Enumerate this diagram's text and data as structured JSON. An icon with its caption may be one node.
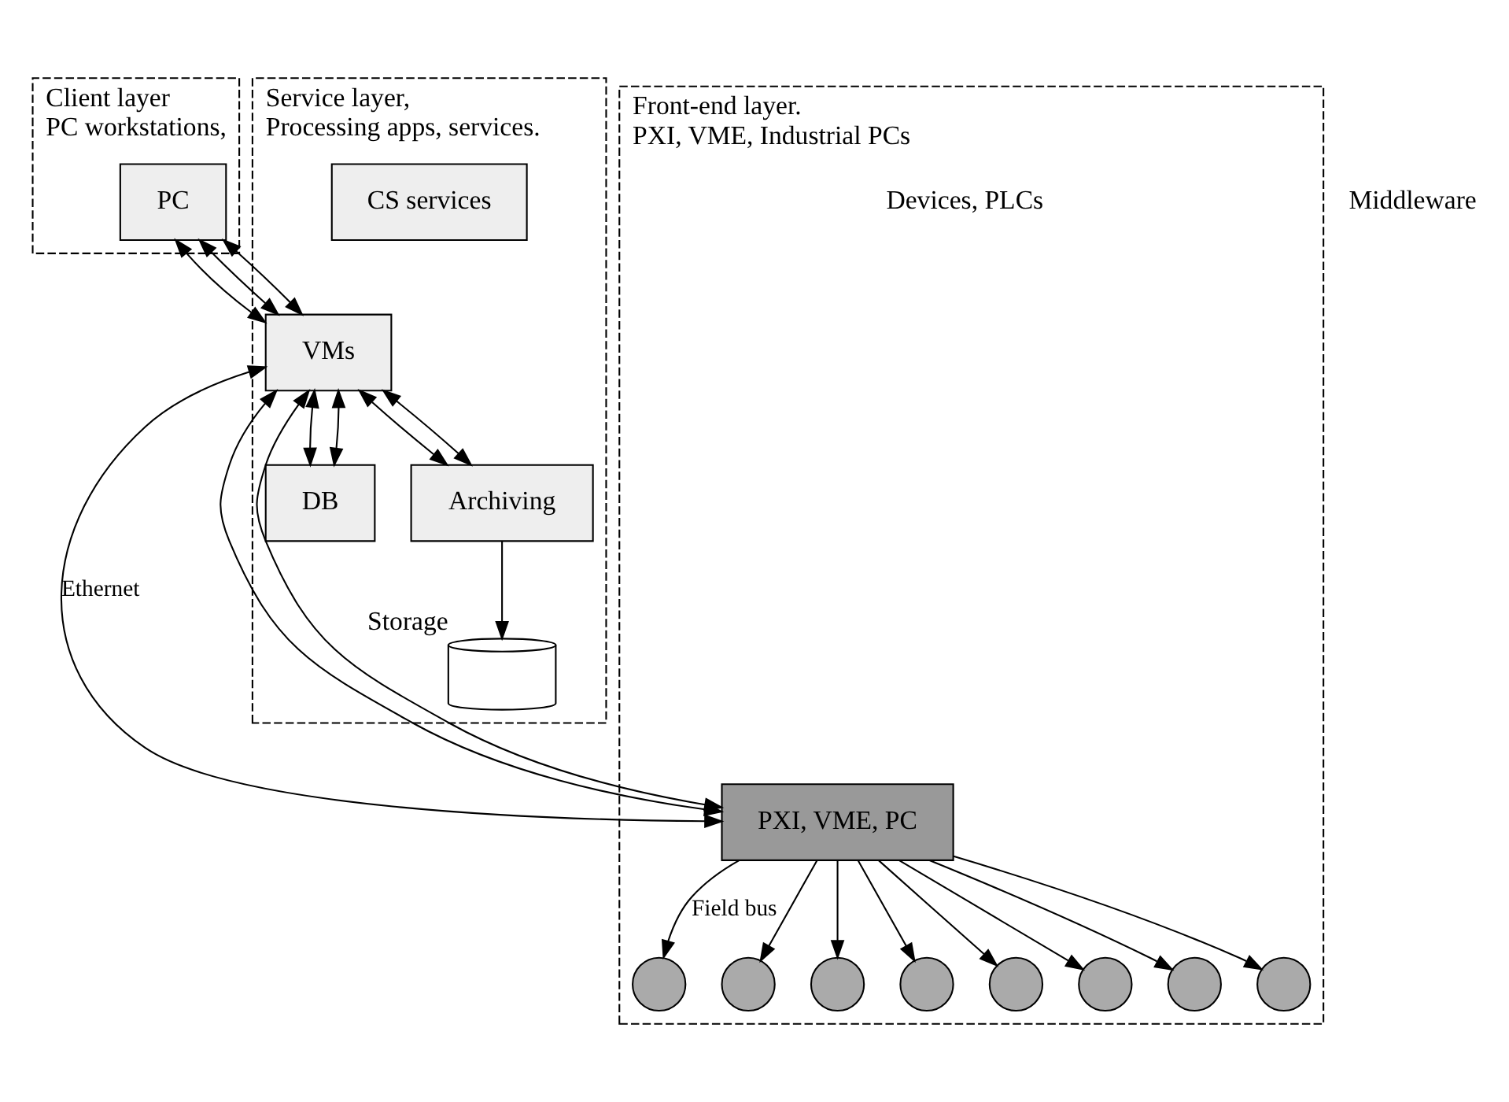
{
  "diagram": {
    "nodes": [
      {
        "text": [
          "Client layer",
          "PC workstations,"
        ]
      },
      {
        "text": [
          "PC"
        ],
        "in": 0
      },
      {
        "text": [
          "Service layer,",
          "Processing apps, services."
        ]
      },
      {
        "text": [
          "VMs"
        ],
        "in": 2
      },
      {
        "text": [
          "CS services"
        ],
        "in": 2
      },
      {
        "text": [
          "DB"
        ],
        "in": 2
      },
      {
        "text": [
          "Archiving"
        ],
        "in": 2
      },
      {
        "text": [],
        "shape": "cylinder",
        "beside": [
          "Storage"
        ],
        "in": 2
      },
      {
        "text": [
          "Front-end layer.",
          "PXI, VME, Industrial PCs"
        ]
      },
      {
        "text": [
          "PXI, VME, PC"
        ],
        "in": 8
      },
      {
        "text": [],
        "shape": "circle",
        "in": 8
      },
      {
        "text": [],
        "shape": "circle",
        "in": 8
      },
      {
        "text": [],
        "shape": "circle",
        "in": 8
      },
      {
        "text": [],
        "shape": "circle",
        "in": 8
      },
      {
        "text": [],
        "shape": "circle",
        "in": 8
      },
      {
        "text": [],
        "shape": "circle",
        "in": 8
      },
      {
        "text": [],
        "shape": "circle",
        "in": 8
      },
      {
        "text": [],
        "shape": "circle",
        "in": 8
      }
    ],
    "edges": [
      {
        "from": 1,
        "to": 3,
        "arrow": "both"
      },
      {
        "from": 1,
        "to": 3,
        "arrow": "both"
      },
      {
        "from": 1,
        "to": 3,
        "arrow": "both"
      },
      {
        "from": 3,
        "to": 5,
        "arrow": "both"
      },
      {
        "from": 3,
        "to": 5,
        "arrow": "both"
      },
      {
        "from": 3,
        "to": 6,
        "arrow": "both"
      },
      {
        "from": 3,
        "to": 6,
        "arrow": "both"
      },
      {
        "from": 3,
        "to": 9,
        "arrow": "both",
        "label": "Ethernet"
      },
      {
        "from": 3,
        "to": 9,
        "arrow": "both"
      },
      {
        "from": 3,
        "to": 9,
        "arrow": "both"
      },
      {
        "from": 6,
        "to": 7,
        "arrow": "to"
      },
      {
        "from": 9,
        "to": 10,
        "arrow": "to",
        "label": "Field bus"
      },
      {
        "from": 9,
        "to": 11,
        "arrow": "to"
      },
      {
        "from": 9,
        "to": 12,
        "arrow": "to"
      },
      {
        "from": 9,
        "to": 13,
        "arrow": "to"
      },
      {
        "from": 9,
        "to": 14,
        "arrow": "to"
      },
      {
        "from": 9,
        "to": 15,
        "arrow": "to"
      },
      {
        "from": 9,
        "to": 16,
        "arrow": "to"
      },
      {
        "from": 9,
        "to": 17,
        "arrow": "to"
      }
    ],
    "labels": [
      "Middleware",
      "Devices, PLCs"
    ]
  }
}
